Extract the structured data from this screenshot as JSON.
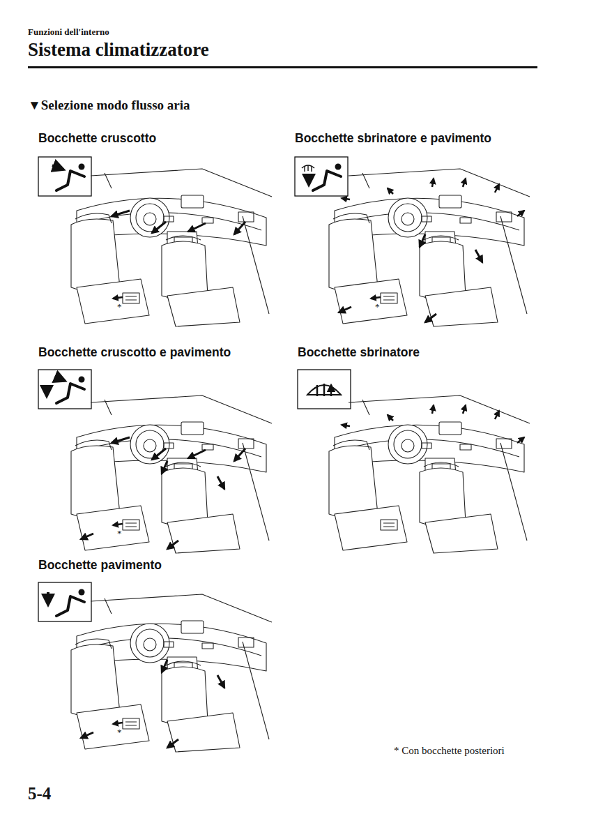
{
  "diagram": {
    "title": "Sistema climatizzatore",
    "labels": [
      "Funzioni dell'interno",
      "▼Selezione modo flusso aria",
      "Bocchette cruscotto",
      "*",
      "Bocchette sbrinatore e pavimento",
      "*",
      "Bocchette cruscotto e pavimento",
      "*",
      "Bocchette sbrinatore",
      "Bocchette pavimento",
      "*",
      "* Con bocchette posteriori",
      "5-4"
    ]
  }
}
